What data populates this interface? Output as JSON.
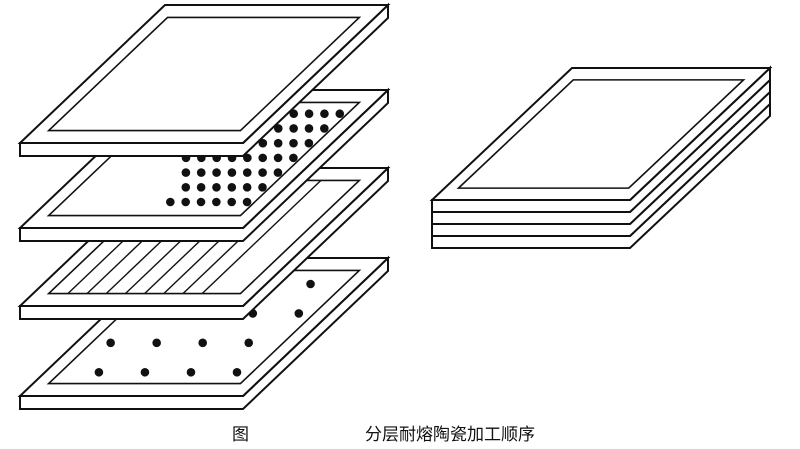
{
  "caption": {
    "label": "图",
    "title": "分层耐熔陶瓷加工顺序"
  },
  "layers": [
    {
      "name": "top-plain-layer",
      "pattern": "plain"
    },
    {
      "name": "dense-dot-layer",
      "pattern": "dense-dots"
    },
    {
      "name": "striped-layer",
      "pattern": "stripes"
    },
    {
      "name": "sparse-dot-layer",
      "pattern": "sparse-dots"
    }
  ],
  "stack": {
    "layer_count": 4
  },
  "colors": {
    "stroke": "#111111",
    "fill": "#ffffff"
  }
}
